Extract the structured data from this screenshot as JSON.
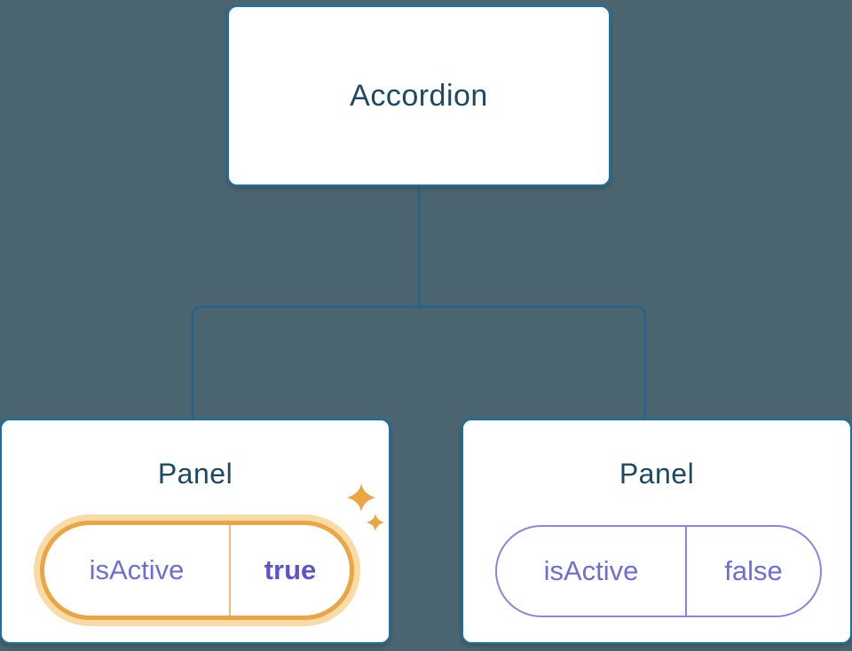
{
  "diagram": {
    "root": {
      "label": "Accordion"
    },
    "panels": [
      {
        "title": "Panel",
        "prop_name": "isActive",
        "prop_value": "true",
        "state": "active-highlighted"
      },
      {
        "title": "Panel",
        "prop_name": "isActive",
        "prop_value": "false",
        "state": "inactive"
      }
    ]
  },
  "icons": {
    "sparkle_large": "sparkle-icon",
    "sparkle_small": "sparkle-icon"
  },
  "colors": {
    "background": "#4a6570",
    "card_bg": "#ffffff",
    "card_border": "#1573a8",
    "connector": "#27608a",
    "title_text": "#1b4a68",
    "purple": "#6f6dd6",
    "purple_bold": "#5b55cc",
    "pill_border_purple": "#8886e5",
    "orange": "#eba544",
    "orange_glow": "#f8dba6",
    "orange_divider": "#f0bd6d"
  }
}
